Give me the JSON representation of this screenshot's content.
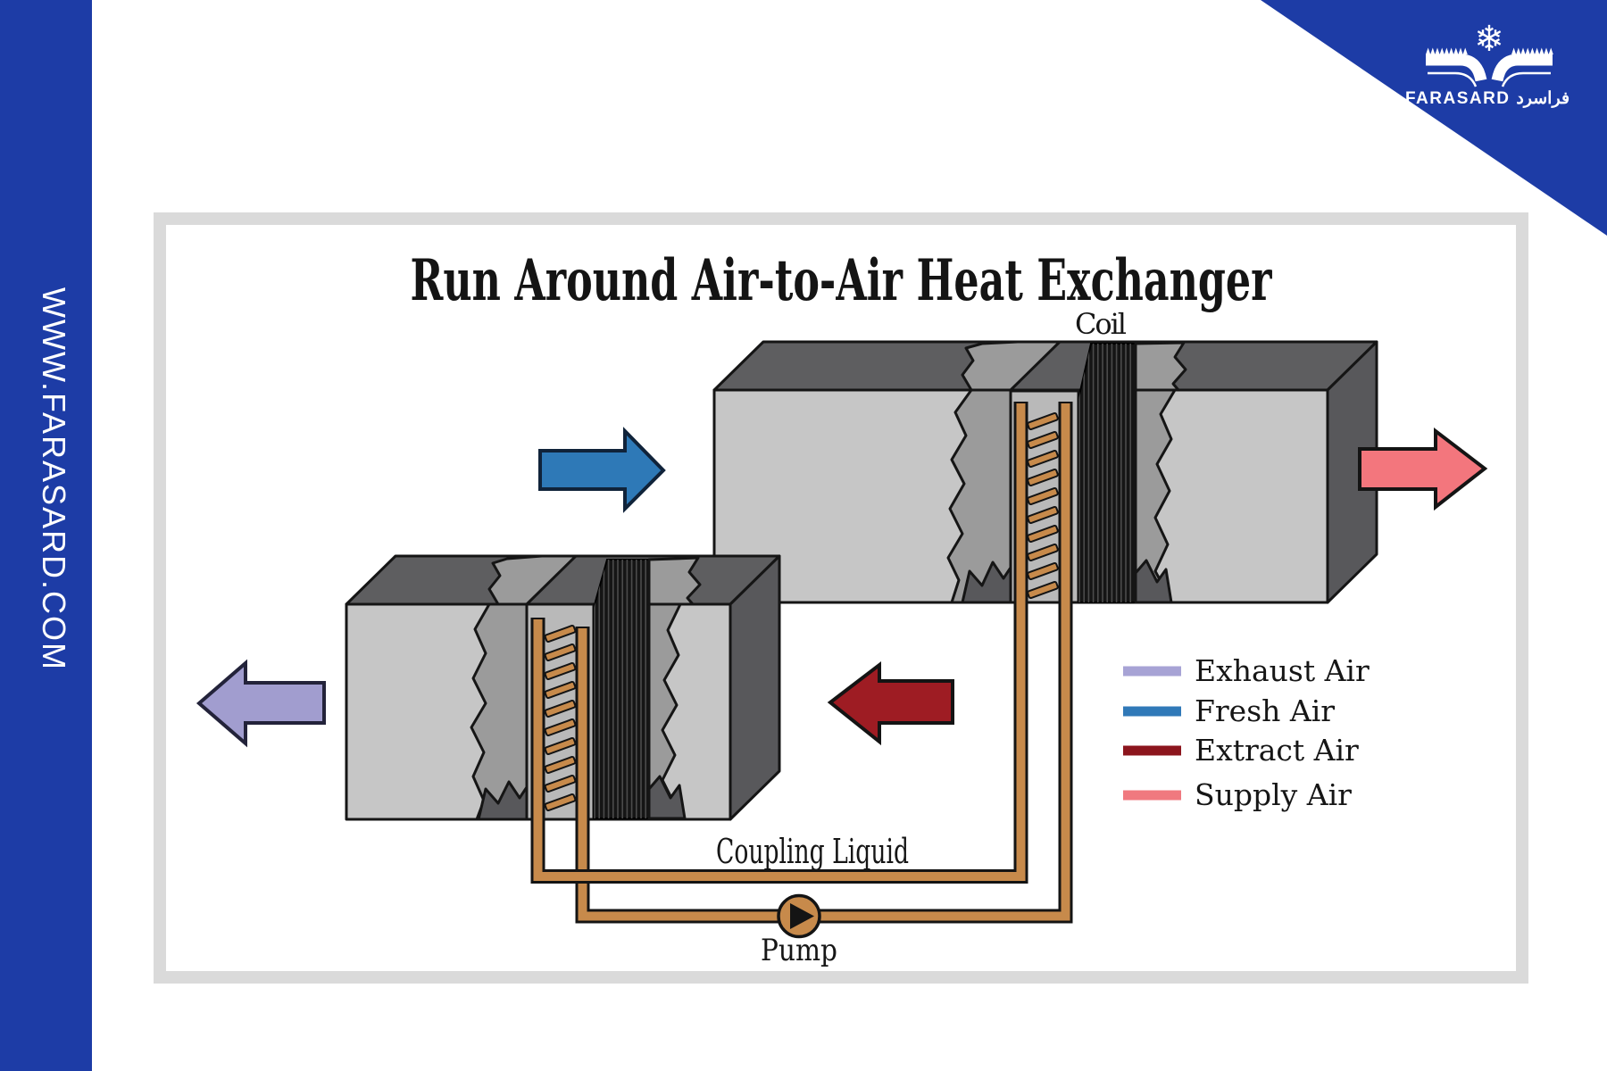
{
  "sidebar": {
    "url": "WWW.FARASARD.COM",
    "color": "#1d3ca6"
  },
  "logo": {
    "brand": "FARASARD فراسرد",
    "snowflake_icon": "❄",
    "color": "#1d3ca6"
  },
  "diagram": {
    "title": "Run Around Air-to-Air Heat Exchanger",
    "labels": {
      "coil": "Coil",
      "coupling_liquid": "Coupling Liquid",
      "pump": "Pump"
    },
    "legend": {
      "items": [
        {
          "label": "Exhaust Air",
          "color": "#a7a3d5"
        },
        {
          "label": "Fresh Air",
          "color": "#3079b8"
        },
        {
          "label": "Extract Air",
          "color": "#8c151d"
        },
        {
          "label": "Supply Air",
          "color": "#f0797f"
        }
      ]
    },
    "arrows": {
      "fresh": {
        "color": "#2e79b7"
      },
      "supply": {
        "color": "#f3767d"
      },
      "extract": {
        "color": "#9e1c23"
      },
      "exhaust": {
        "color": "#a19dcf"
      }
    },
    "colors": {
      "duct_front": "#c6c6c6",
      "duct_top": "#5e5e60",
      "duct_end": "#58585b",
      "crack": "#9b9b9b",
      "coil_panel": "#b9b9b9",
      "copper": "#c78a4b",
      "fin_black": "#151515",
      "frame": "#dadada"
    }
  }
}
